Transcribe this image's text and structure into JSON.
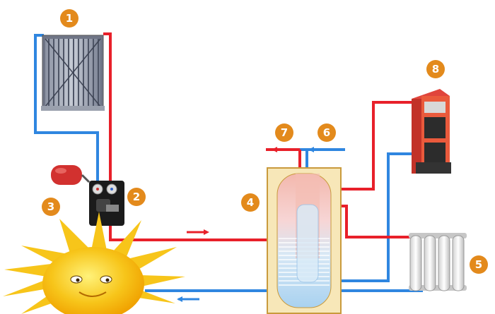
{
  "badges": [
    {
      "label": "1"
    },
    {
      "label": "2"
    },
    {
      "label": "3"
    },
    {
      "label": "4"
    },
    {
      "label": "5"
    },
    {
      "label": "6"
    },
    {
      "label": "7"
    },
    {
      "label": "8"
    }
  ],
  "colors": {
    "hot_pipe": "#e8202a",
    "cold_pipe": "#2f86e0",
    "badge": "#e38a1c",
    "sun": "#f7c51a",
    "tank_outline": "#c99a3c"
  }
}
